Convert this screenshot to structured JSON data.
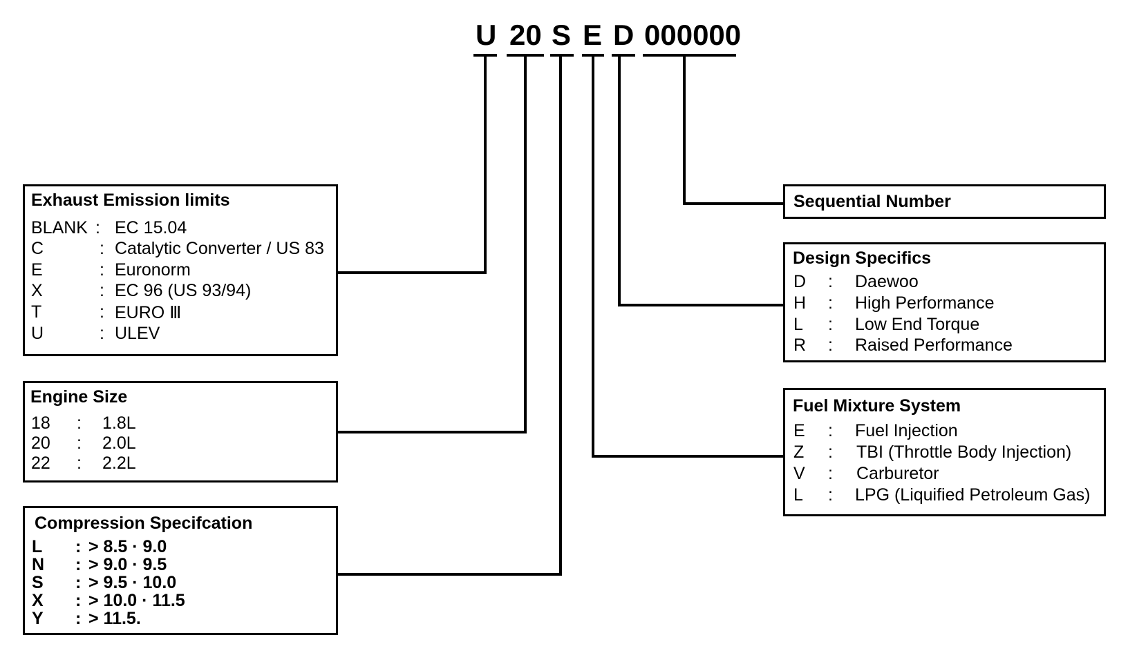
{
  "code": {
    "u": "U",
    "size": "20",
    "s": "S",
    "e": "E",
    "d": "D",
    "seq": "000000"
  },
  "exhaust": {
    "title": "Exhaust Emission limits",
    "rows": [
      {
        "k": "BLANK",
        "sep": ":",
        "v": "EC 15.04"
      },
      {
        "k": "C",
        "sep": ":",
        "v": "Catalytic Converter / US 83"
      },
      {
        "k": "E",
        "sep": ":",
        "v": "Euronorm"
      },
      {
        "k": "X",
        "sep": ":",
        "v": "EC 96 (US 93/94)"
      },
      {
        "k": "T",
        "sep": ":",
        "v": "EURO Ⅲ"
      },
      {
        "k": "U",
        "sep": ":",
        "v": "ULEV"
      }
    ]
  },
  "engine": {
    "title": "Engine Size",
    "rows": [
      {
        "k": "18",
        "sep": ":",
        "v": "1.8L"
      },
      {
        "k": "20",
        "sep": ":",
        "v": "2.0L"
      },
      {
        "k": "22",
        "sep": ":",
        "v": "2.2L"
      }
    ]
  },
  "compression": {
    "title": "Compression Specifcation",
    "rows": [
      {
        "k": "L",
        "sep": ":",
        "v": "> 8.5 · 9.0"
      },
      {
        "k": "N",
        "sep": ":",
        "v": "> 9.0 · 9.5"
      },
      {
        "k": "S",
        "sep": ":",
        "v": "> 9.5 · 10.0"
      },
      {
        "k": "X",
        "sep": ":",
        "v": "> 10.0 · 11.5"
      },
      {
        "k": "Y",
        "sep": ":",
        "v": "> 11.5."
      }
    ]
  },
  "sequential": {
    "title": "Sequential Number"
  },
  "design": {
    "title": "Design Specifics",
    "rows": [
      {
        "k": "D",
        "sep": ":",
        "v": "Daewoo"
      },
      {
        "k": "H",
        "sep": ":",
        "v": "High Performance"
      },
      {
        "k": "L",
        "sep": ":",
        "v": "Low End Torque"
      },
      {
        "k": "R",
        "sep": ":",
        "v": "Raised Performance"
      }
    ]
  },
  "fuel": {
    "title": "Fuel Mixture System",
    "rows": [
      {
        "k": "E",
        "sep": ":",
        "v": "Fuel Injection"
      },
      {
        "k": "Z",
        "sep": ":",
        "v": "TBI (Throttle Body Injection)"
      },
      {
        "k": "V",
        "sep": ":",
        "v": "Carburetor"
      },
      {
        "k": "L",
        "sep": ":",
        "v": "LPG (Liquified Petroleum Gas)"
      }
    ]
  }
}
